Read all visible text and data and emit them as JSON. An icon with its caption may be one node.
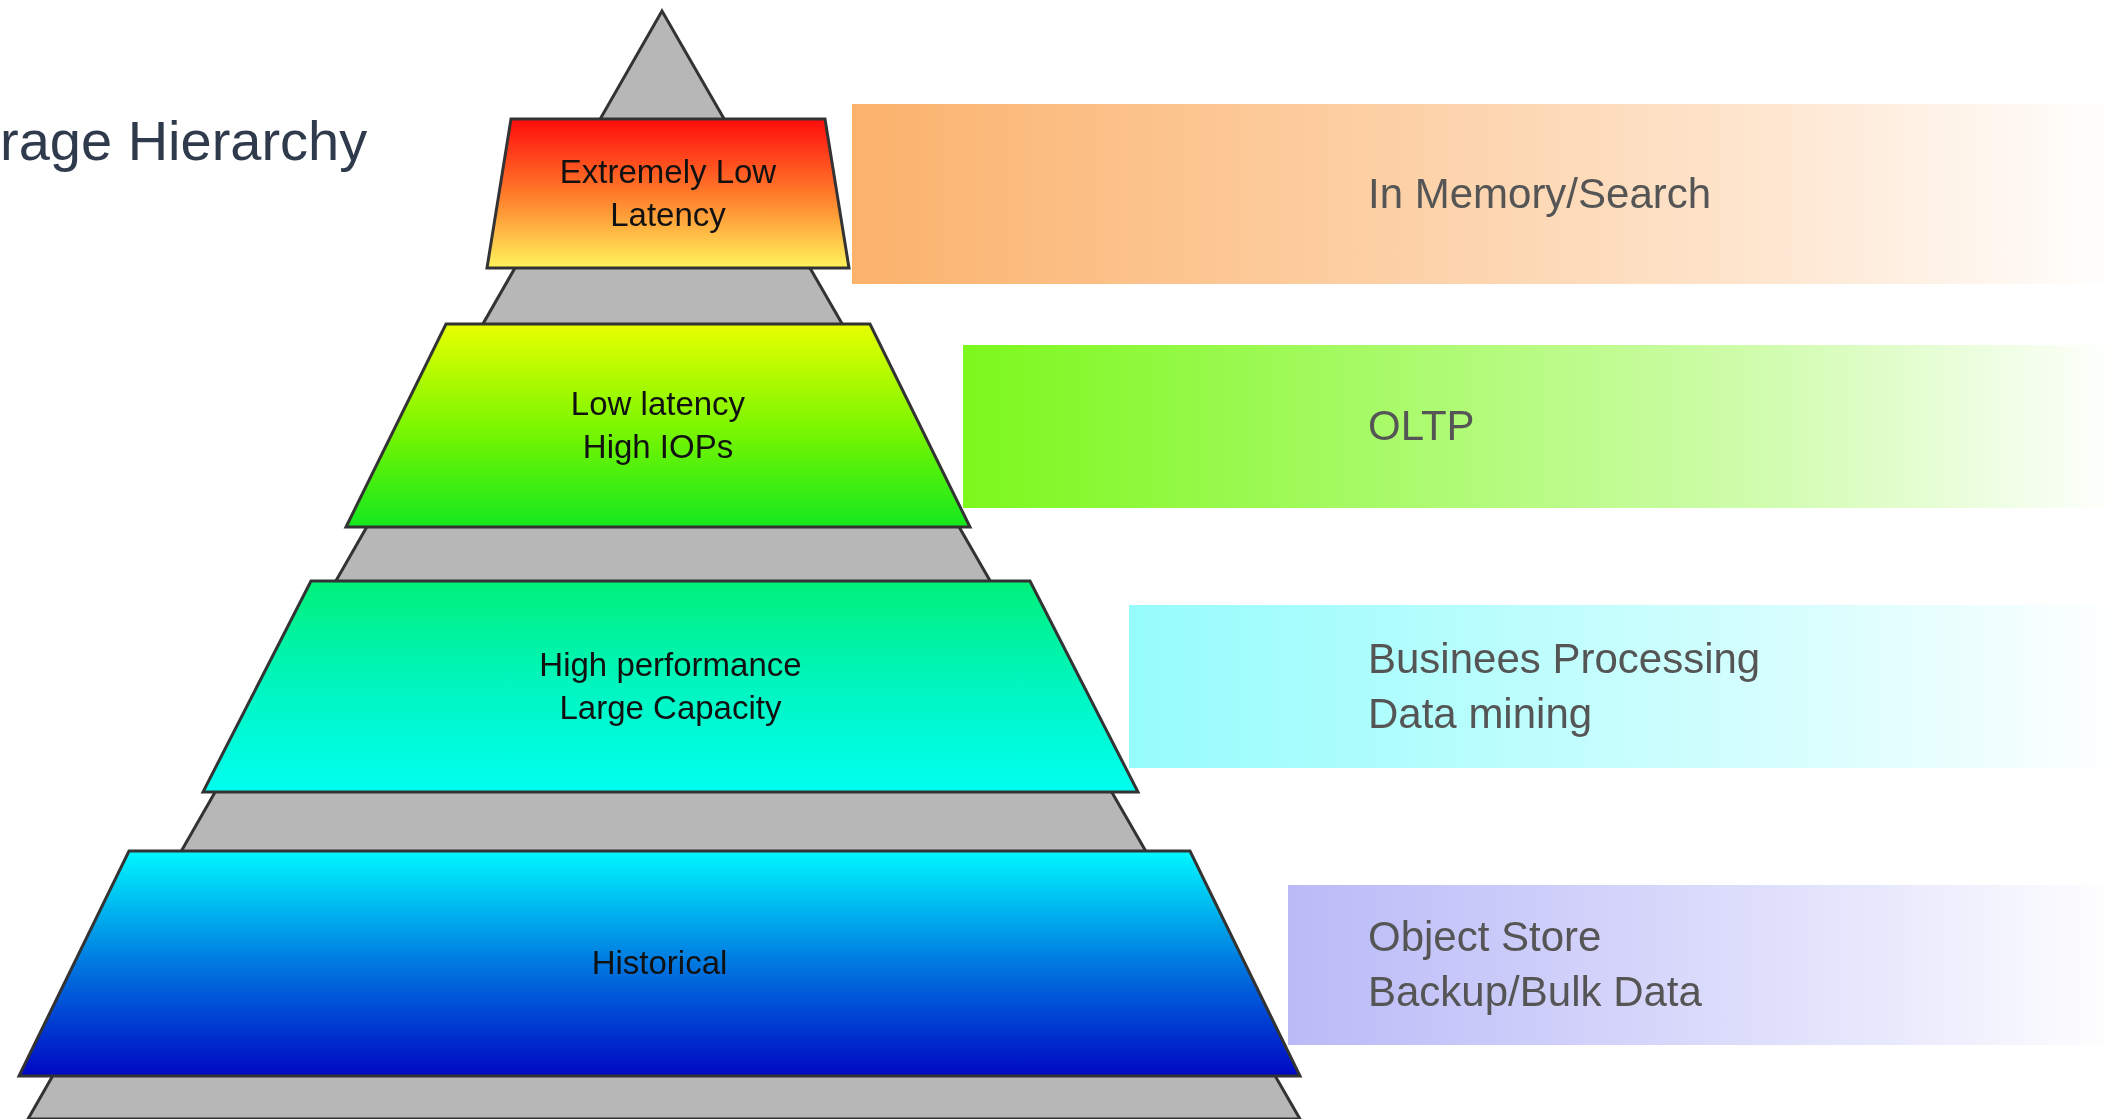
{
  "diagram": {
    "title": "rage Hierarchy",
    "nodes": [
      {
        "text": [
          "Extremely Low Latency"
        ]
      },
      {
        "text": [
          "In Memory/Search"
        ]
      },
      {
        "text": [
          "Low latency",
          "High IOPs"
        ]
      },
      {
        "text": [
          "OLTP"
        ]
      },
      {
        "text": [
          "High performance",
          "Large Capacity"
        ]
      },
      {
        "text": [
          "Businees Processing",
          "Data mining"
        ]
      },
      {
        "text": [
          "Historical"
        ]
      },
      {
        "text": [
          "Object Store",
          "Backup/Bulk Data"
        ]
      }
    ]
  }
}
